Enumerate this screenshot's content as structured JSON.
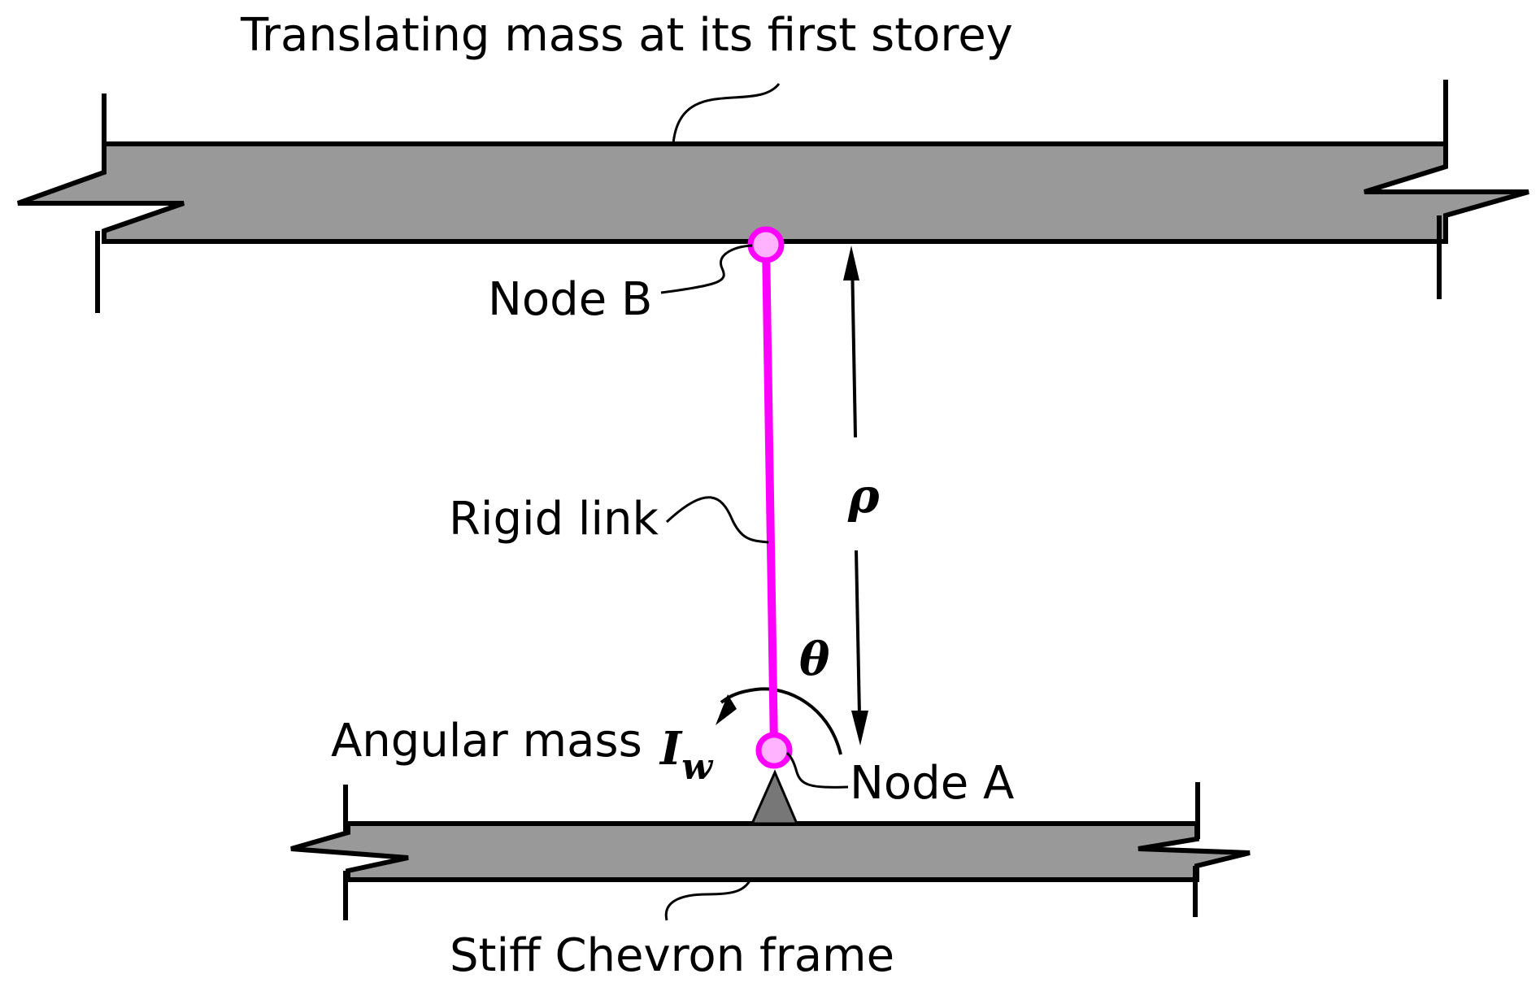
{
  "labels": {
    "top_mass": "Translating mass at its first storey",
    "node_b": "Node B",
    "rigid_link": "Rigid link",
    "angular_mass": "Angular mass",
    "node_a": "Node A",
    "bottom_frame": "Stiff Chevron frame"
  },
  "symbols": {
    "rho": "ρ",
    "theta": "θ",
    "inertia_base": "I",
    "inertia_sub": "w"
  },
  "colors": {
    "slab_fill": "#999999",
    "outline": "#000000",
    "link": "#ff00ff",
    "node_fill": "#ffb3ff"
  }
}
